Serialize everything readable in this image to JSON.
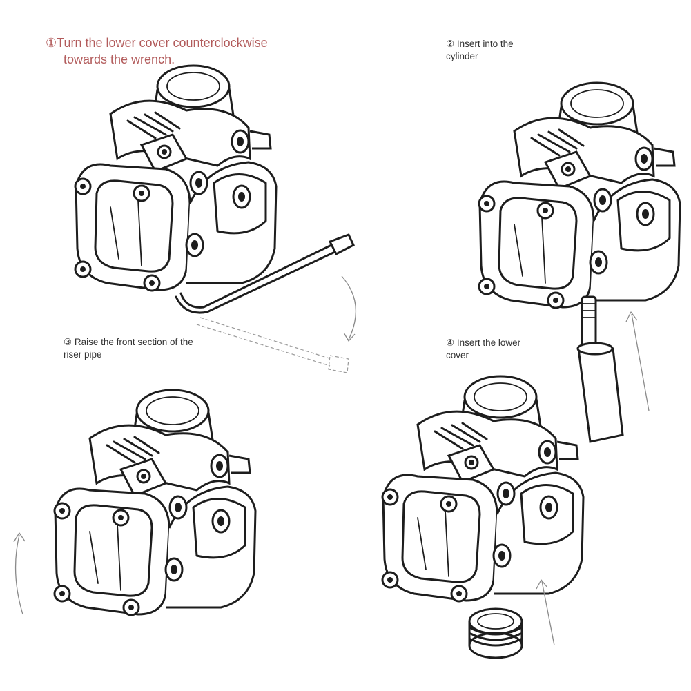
{
  "steps": [
    {
      "number": "①",
      "text_line1": "Turn the lower cover counterclockwise",
      "text_line2": "towards the wrench."
    },
    {
      "number": "②",
      "text_line1": "Insert into the",
      "text_line2": "cylinder"
    },
    {
      "number": "③",
      "text_line1": "Raise the front section of the",
      "text_line2": "riser pipe"
    },
    {
      "number": "④",
      "text_line1": "Insert the lower",
      "text_line2": "cover"
    }
  ],
  "colors": {
    "step1_text": "#b25b5b",
    "other_text": "#333333",
    "line_art": "#1d1d1d",
    "arrows": "#8a8a8a"
  },
  "icons": [
    "bike-stem-icon",
    "hex-wrench-icon",
    "rotation-arrow-icon",
    "cylinder-tool-icon",
    "threaded-cover-icon",
    "up-arrow-icon"
  ]
}
